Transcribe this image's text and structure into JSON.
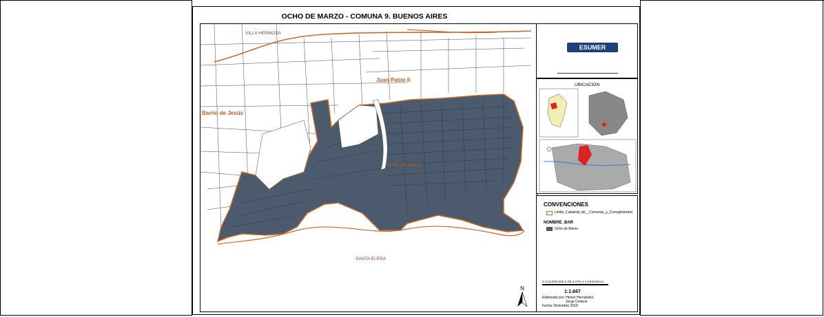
{
  "map": {
    "title": "OCHO DE MARZO - COMUNA 9. BUENOS AIRES",
    "labels": {
      "villa_hermosa": "VILLA HERMOSA",
      "juan_pablo": "Juan Pablo II",
      "barrio_jesus": "Barrio de Jesús",
      "ocho_de_marzo": "Ocho de Marzo",
      "santa_elena": "SANTA ELENA",
      "street": "SANTA ELENA"
    },
    "north_label": "N",
    "colors": {
      "fill": "#4b5a6c",
      "boundary": "#c9692a",
      "brand": "#1f3f7a"
    }
  },
  "side": {
    "logo_text": "ESUMER",
    "ubicacion_title": "UBICACIÓN",
    "convenciones_title": "CONVENCIONES",
    "legend_boundary": "Limite_Catastral_de__Comunas_y_Corregimientos",
    "nombre_bar": "NOMBRE_BAR",
    "legend_fill": "Ocho de Marzo",
    "scale_numbers": "0  0,01250,025      0,05       0,075      0,1",
    "scale_unit": "Kilómetros",
    "scale_ratio": "1:1.667",
    "credit_line1": "Elaborado por: Heiver Hernández",
    "credit_line2": "Jorge Cedeno",
    "credit_line3": "Fecha: Diciembre 2019"
  }
}
